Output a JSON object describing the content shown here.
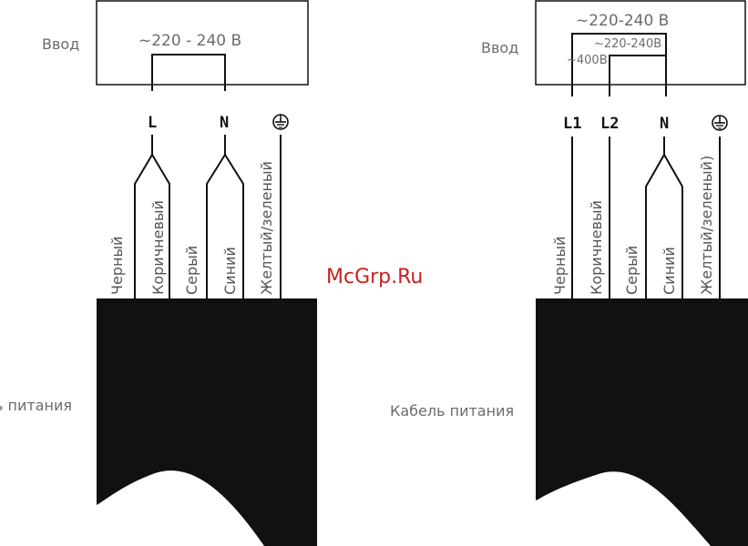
{
  "left": {
    "input_label": "Ввод",
    "voltage": "~220 - 240 В",
    "terminals": [
      "L",
      "N"
    ],
    "ground_symbol": "ground-icon",
    "wires": [
      "Черный",
      "Коричневый",
      "Серый",
      "Синий",
      "Желтый/зеленый"
    ],
    "cable_label": "ь питания"
  },
  "right": {
    "input_label": "Ввод",
    "voltage": "~220-240 В",
    "inner_voltage_1": "~220-240В",
    "inner_voltage_2": "~400В",
    "terminals": [
      "L1",
      "L2",
      "N"
    ],
    "ground_symbol": "ground-icon",
    "wires": [
      "Черный",
      "Коричневый",
      "Серый",
      "Синий",
      "Желтый/зеленый)"
    ],
    "cable_label": "Кабель питания"
  },
  "watermark": "McGrp.Ru"
}
